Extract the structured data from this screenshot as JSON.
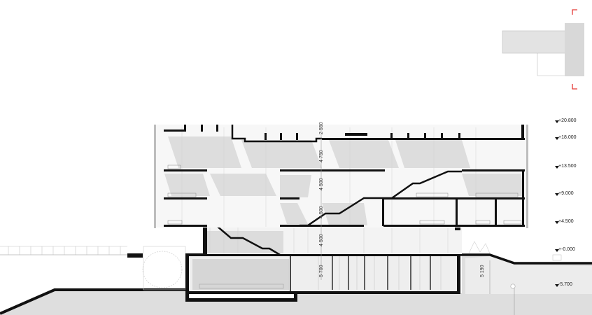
{
  "levels": [
    {
      "label": "+20.800"
    },
    {
      "label": "+18.000"
    },
    {
      "label": "+13.500"
    },
    {
      "label": "+9.000"
    },
    {
      "label": "+4.500"
    },
    {
      "label": "+-0.000"
    },
    {
      "label": "-5.700"
    }
  ],
  "dimensions": [
    {
      "label": "2 550"
    },
    {
      "label": "4 750"
    },
    {
      "label": "4 500"
    },
    {
      "label": "4 500"
    },
    {
      "label": "4 500"
    },
    {
      "label": "5 700"
    },
    {
      "label": "5 190"
    }
  ],
  "colors": {
    "section_cut": "#111111",
    "shade": "#dcdcdc",
    "light_shade": "#ececec",
    "marker": "#e53935",
    "line": "#9a9a9a"
  },
  "icons": {
    "section_marker_top": "section-marker-top-icon",
    "section_marker_bottom": "section-marker-bottom-icon",
    "level_marker": "level-marker-icon"
  }
}
